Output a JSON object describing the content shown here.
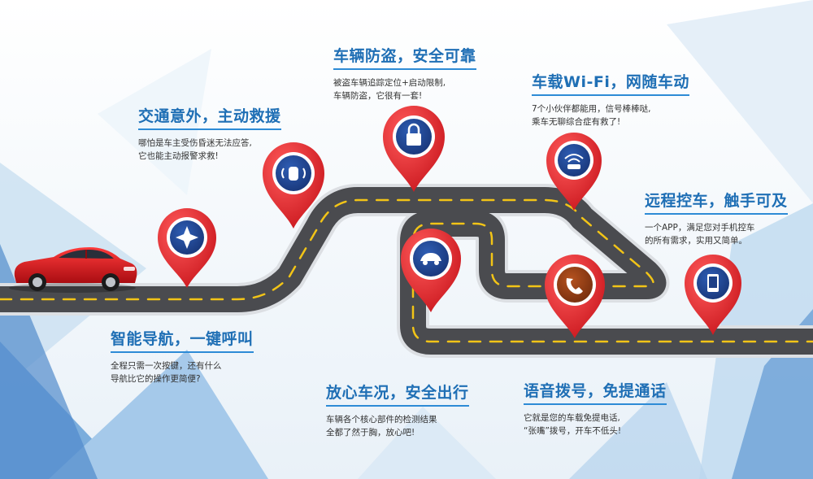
{
  "colors": {
    "title_blue": "#1f6fb5",
    "pin_red": "#e0262d",
    "road": "#4a4b4f",
    "lane_yellow": "#f2c417",
    "icon_navy": "#1d3f86"
  },
  "features": {
    "navigation": {
      "title": "智能导航，一键呼叫",
      "lines": [
        "全程只需一次按键，还有什么",
        "导航比它的操作更简便?"
      ],
      "icon": "compass-icon"
    },
    "rescue": {
      "title": "交通意外，主动救援",
      "lines": [
        "哪怕是车主受伤昏迷无法应答,",
        "它也能主动报警求救!"
      ],
      "icon": "car-signal-icon"
    },
    "antitheft": {
      "title": "车辆防盗，安全可靠",
      "lines": [
        "被盗车辆追踪定位+启动限制,",
        "车辆防盗，它很有一套!"
      ],
      "icon": "lock-icon"
    },
    "wifi": {
      "title": "车载Wi-Fi，网随车动",
      "lines": [
        "7个小伙伴都能用，信号棒棒哒,",
        "乘车无聊综合症有救了!"
      ],
      "icon": "wifi-car-icon"
    },
    "remote": {
      "title": "远程控车，触手可及",
      "lines": [
        "一个APP，满足您对手机控车",
        "的所有需求，实用又简单。"
      ],
      "icon": "phone-remote-icon"
    },
    "diagnosis": {
      "title": "放心车况，安全出行",
      "lines": [
        "车辆各个核心部件的检测结果",
        "全都了然于胸，放心吧!"
      ],
      "icon": "car-diagnostic-icon"
    },
    "voice": {
      "title": "语音拨号，免提通话",
      "lines": [
        "它就是您的车载免提电话,",
        "“张嘴”拨号，开车不低头!"
      ],
      "icon": "telephone-icon"
    }
  }
}
